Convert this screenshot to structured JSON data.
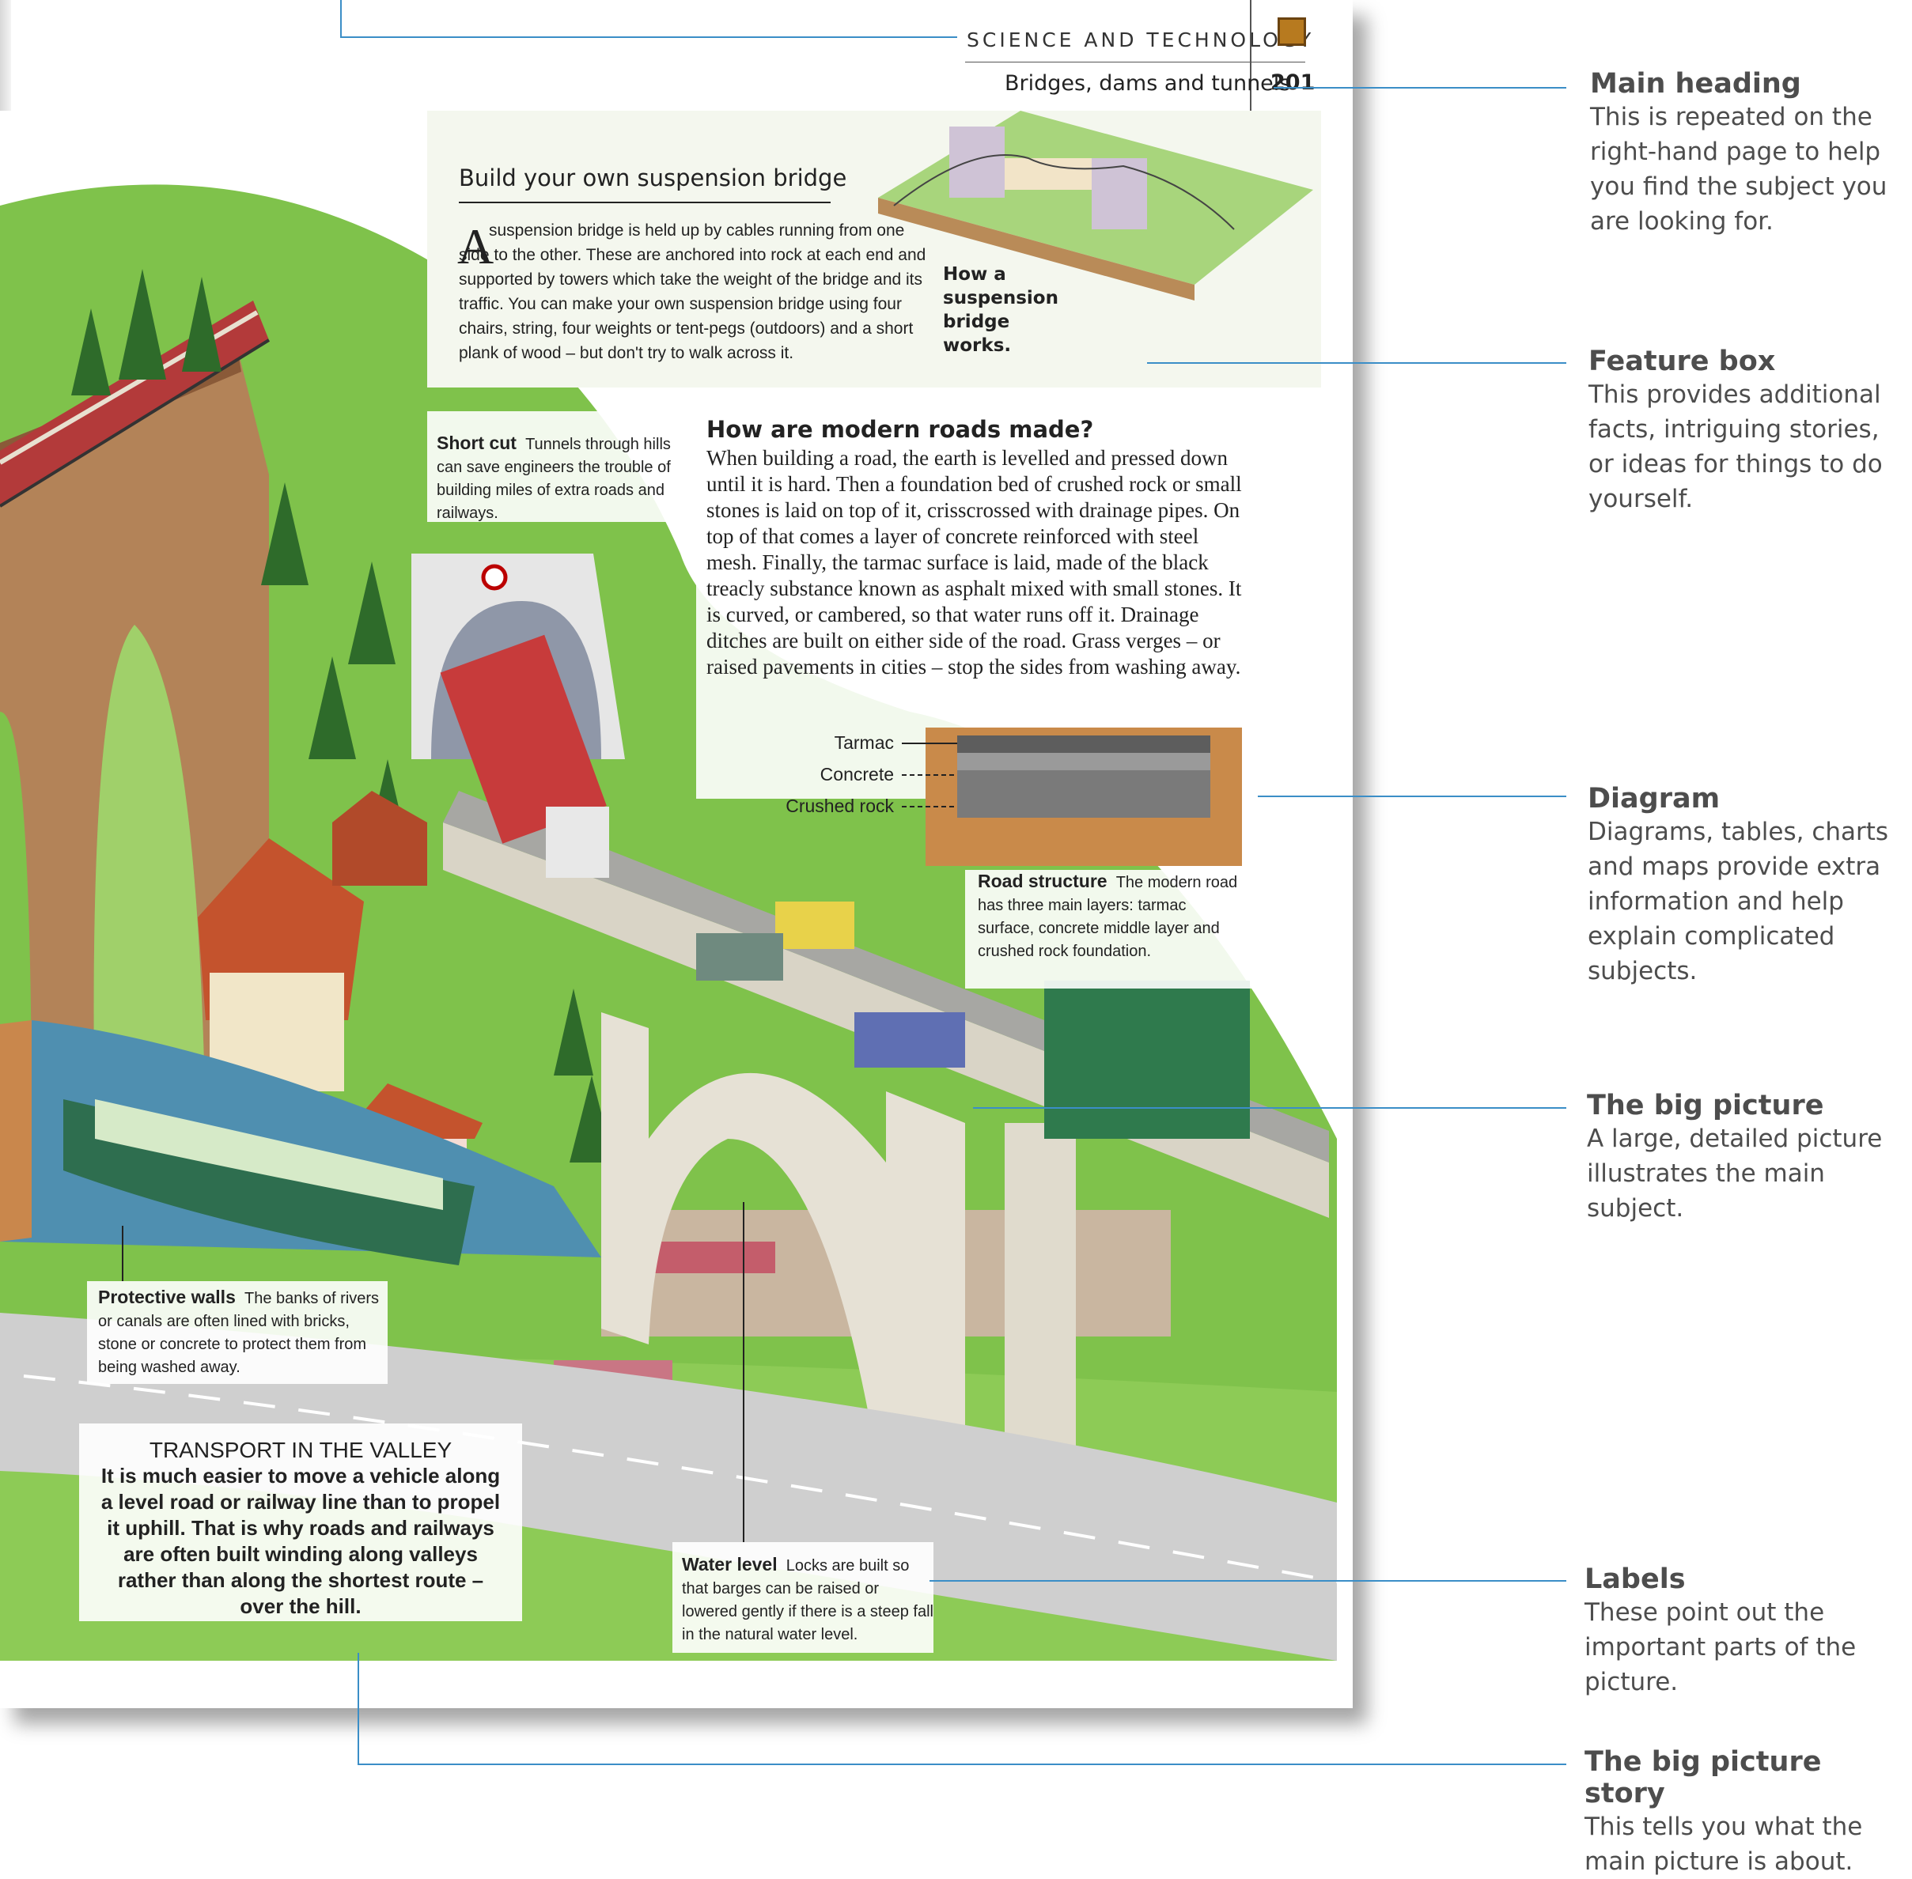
{
  "header": {
    "section": "SCIENCE AND TECHNOLOGY",
    "chapter": "Bridges, dams and tunnels",
    "page_number": "201",
    "icon": "microchip-icon"
  },
  "feature_box": {
    "title": "Build your own suspension bridge",
    "drop_cap": "A",
    "text": "suspension bridge is held up by cables running from one side to the other. These are anchored into rock at each end and supported by towers which take the weight of the bridge and its traffic. You can make your own suspension bridge using four chairs, string, four weights or tent-pegs (outdoors) and a short plank of wood – but don't try to walk across it.",
    "caption": "How a suspension bridge works."
  },
  "article": {
    "title": "How are modern roads made?",
    "body": "When building a road, the earth is levelled and pressed down until it is hard. Then a foundation bed of crushed rock or small stones is laid on top of it, crisscrossed with drainage pipes. On top of that comes a layer of concrete reinforced with steel mesh. Finally, the tarmac surface is laid, made of the black treacly substance known as asphalt mixed with small stones. It is curved, or cambered, so that water runs off it. Drainage ditches are built on either side of the road. Grass verges – or raised pavements in cities – stop the sides from washing away."
  },
  "diagram": {
    "layers": [
      "Tarmac",
      "Concrete",
      "Crushed rock"
    ]
  },
  "labels": {
    "short_cut": {
      "title": "Short cut",
      "text": "Tunnels through hills can save engineers the trouble of building miles of extra roads and railways."
    },
    "road_structure": {
      "title": "Road structure",
      "text": "The modern road has three main layers: tarmac surface, concrete middle layer and crushed rock foundation."
    },
    "protective_walls": {
      "title": "Protective walls",
      "text": "The banks of rivers or canals are often lined with bricks, stone or concrete to protect them from being washed away."
    },
    "water_level": {
      "title": "Water level",
      "text": "Locks are built so that barges can be raised or lowered gently if there is a steep fall in the natural water level."
    }
  },
  "story": {
    "title": "TRANSPORT IN THE VALLEY",
    "body": "It is much easier to move a vehicle along a level road or railway line than to propel it uphill. That is why roads and railways are often built winding along valleys rather than along the shortest route – over the hill."
  },
  "annotations": [
    {
      "heading": "Main heading",
      "text": "This is repeated on the right-hand page to help you find the subject you are looking for."
    },
    {
      "heading": "Feature box",
      "text": "This provides additional facts, intriguing stories, or ideas for things to do yourself."
    },
    {
      "heading": "Diagram",
      "text": "Diagrams, tables, charts and maps provide extra information and help explain complicated subjects."
    },
    {
      "heading": "The big picture",
      "text": "A large, detailed picture illustrates the main subject."
    },
    {
      "heading": "Labels",
      "text": "These point out the important parts of the picture."
    },
    {
      "heading": "The big picture story",
      "text": "This tells you what the main picture is about."
    }
  ],
  "colors": {
    "leader_line": "#3b8ec7",
    "grass": "#7cc04a",
    "bridge": "#d9d4c6",
    "brick": "#a8734c"
  }
}
